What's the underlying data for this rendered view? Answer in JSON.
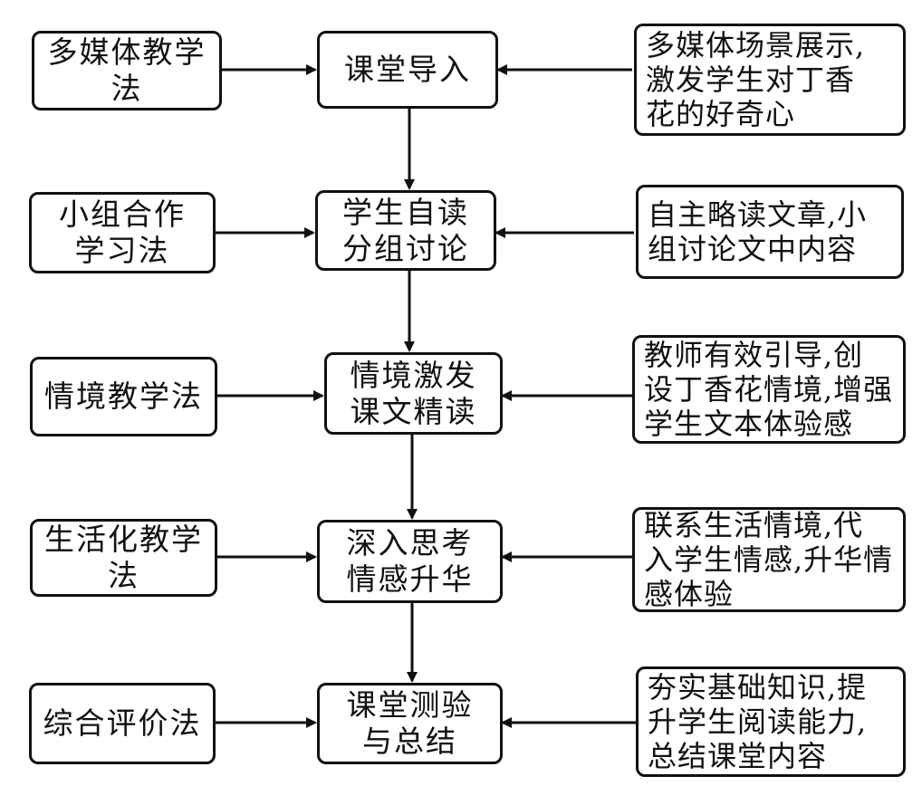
{
  "rows": [
    {
      "method": "多媒体教学法",
      "stage": "课堂导入",
      "description": "多媒体场景展示,\n激发学生对丁香\n花的好奇心"
    },
    {
      "method": "小组合作\n学习法",
      "stage": "学生自读\n分组讨论",
      "description": "自主略读文章,小\n组讨论文中内容"
    },
    {
      "method": "情境教学法",
      "stage": "情境激发\n课文精读",
      "description": "教师有效引导,创\n设丁香花情境,增强\n学生文本体验感"
    },
    {
      "method": "生活化教学法",
      "stage": "深入思考\n情感升华",
      "description": "联系生活情境,代\n入学生情感,升华情\n感体验"
    },
    {
      "method": "综合评价法",
      "stage": "课堂测验\n与总结",
      "description": "夯实基础知识,提\n升学生阅读能力,\n总结课堂内容"
    }
  ]
}
